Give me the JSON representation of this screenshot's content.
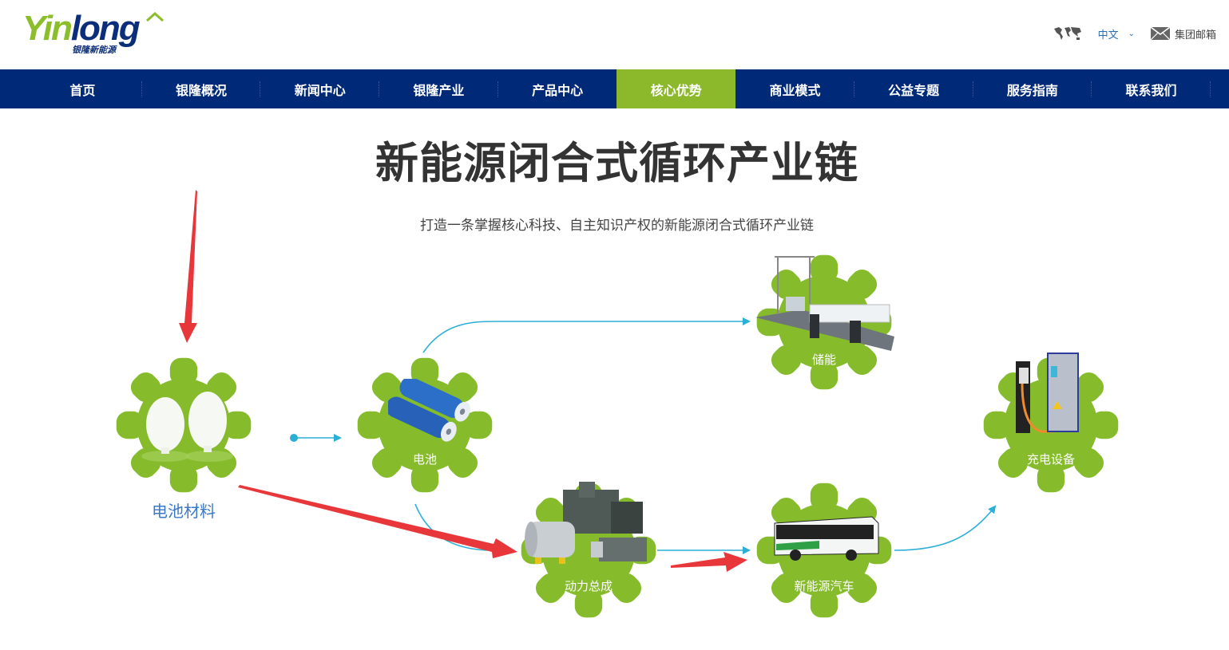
{
  "header": {
    "logo": {
      "latin_part1": "Yin",
      "latin_part2": "long",
      "chinese": "银隆新能源"
    },
    "top_right": {
      "language": "中文",
      "mail_label": "集团邮箱"
    }
  },
  "nav": {
    "items": [
      {
        "label": "首页"
      },
      {
        "label": "银隆概况"
      },
      {
        "label": "新闻中心"
      },
      {
        "label": "银隆产业"
      },
      {
        "label": "产品中心"
      },
      {
        "label": "核心优势",
        "active": true
      },
      {
        "label": "商业模式"
      },
      {
        "label": "公益专题"
      },
      {
        "label": "服务指南"
      },
      {
        "label": "联系我们"
      }
    ],
    "bg_color": "#002a78",
    "active_color": "#8cb82b"
  },
  "main": {
    "title": "新能源闭合式循环产业链",
    "subtitle": "打造一条掌握核心科技、自主知识产权的新能源闭合式循环产业链",
    "nodes": [
      {
        "id": "materials",
        "label": "电池材料"
      },
      {
        "id": "battery",
        "label": "电池"
      },
      {
        "id": "storage",
        "label": "储能"
      },
      {
        "id": "powertrain",
        "label": "动力总成"
      },
      {
        "id": "nev",
        "label": "新能源汽车"
      },
      {
        "id": "charging",
        "label": "充电设备"
      }
    ],
    "colors": {
      "gear": "#86bc2c",
      "flow_arrow": "#2cafd6",
      "annotation_arrow": "#e8373a"
    }
  }
}
